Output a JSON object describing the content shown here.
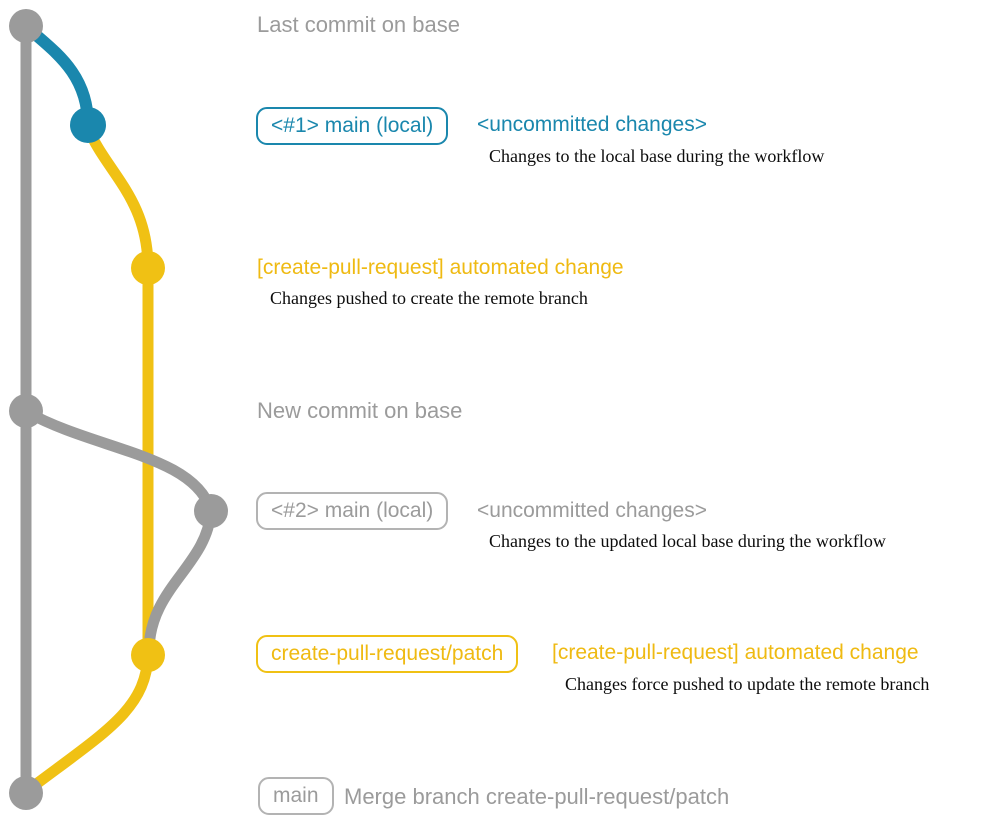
{
  "colors": {
    "gray": "#9b9b9b",
    "teal": "#1a87ad",
    "yellow": "#f0c114",
    "yellow_text": "#efba12"
  },
  "graph_notes": {
    "top": "Last commit on base",
    "middle": "New commit on base"
  },
  "row_local_1": {
    "badge": "<#1> main (local)",
    "title": "<uncommitted changes>",
    "description": "Changes to the local base during the workflow"
  },
  "row_push_1": {
    "title": "[create-pull-request] automated change",
    "description": "Changes pushed to create the remote branch"
  },
  "row_local_2": {
    "badge": "<#2> main (local)",
    "title": "<uncommitted changes>",
    "description": "Changes to the updated local base during the workflow"
  },
  "row_push_2": {
    "badge": "create-pull-request/patch",
    "title": "[create-pull-request] automated change",
    "description": "Changes force pushed to update the remote branch"
  },
  "row_merge": {
    "badge": "main",
    "title": "Merge branch create-pull-request/patch"
  }
}
